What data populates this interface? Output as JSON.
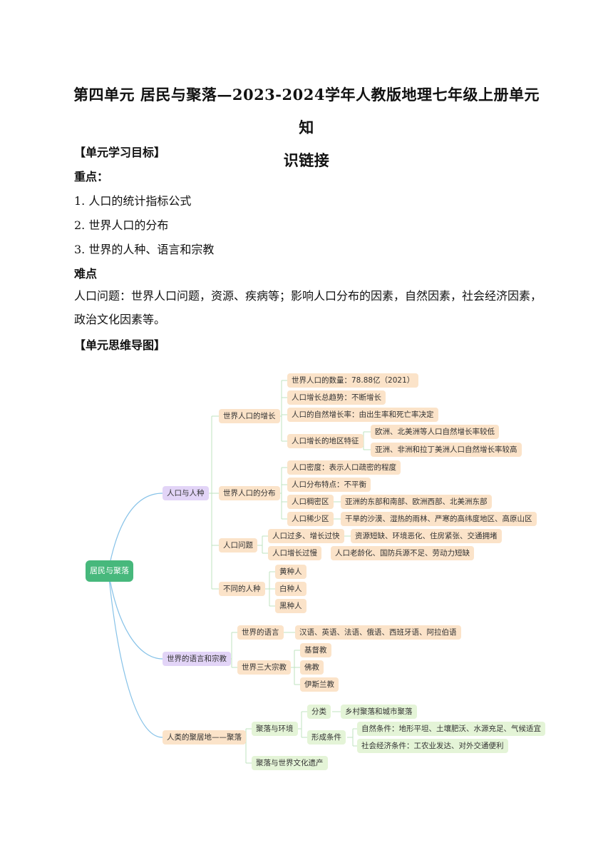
{
  "doc": {
    "title_line1": "第四单元 居民与聚落—2023-2024学年人教版地理七年级上册单元知",
    "title_line2": "识链接",
    "goals_header": "【单元学习目标】",
    "key_label": "重点：",
    "key_points": [
      "1. 人口的统计指标公式",
      "2. 世界人口的分布",
      "3. 世界的人种、语言和宗教"
    ],
    "difficult_label": "难点",
    "difficult_text": "人口问题：世界人口问题，资源、疾病等；影响人口分布的因素，自然因素，社会经济因素，政治文化因素等。",
    "mindmap_header": "【单元思维导图】"
  },
  "mindmap": {
    "root": "居民与聚落",
    "branch1": {
      "label": "人口与人种",
      "growth": {
        "label": "世界人口的增长",
        "count": "世界人口的数量：78.88亿（2021）",
        "trend": "人口增长总趋势：不断增长",
        "rate": "人口的自然增长率：由出生率和死亡率决定",
        "regional": "人口增长的地区特征",
        "regional_low": "欧洲、北美洲等人口自然增长率较低",
        "regional_high": "亚洲、非洲和拉丁美洲人口自然增长率较高"
      },
      "distribution": {
        "label": "世界人口的分布",
        "density": "人口密度：表示人口疏密的程度",
        "feature": "人口分布特点：不平衡",
        "dense": "人口稠密区",
        "dense_detail": "亚洲的东部和南部、欧洲西部、北美洲东部",
        "sparse": "人口稀少区",
        "sparse_detail": "干旱的沙漠、湿热的雨林、严寒的高纬度地区、高原山区"
      },
      "problems": {
        "label": "人口问题",
        "fast": "人口过多、增长过快",
        "fast_detail": "资源短缺、环境恶化、住房紧张、交通拥堵",
        "slow": "人口增长过慢",
        "slow_detail": "人口老龄化、国防兵源不足、劳动力短缺"
      },
      "races": {
        "label": "不同的人种",
        "items": [
          "黄种人",
          "白种人",
          "黑种人"
        ]
      }
    },
    "branch2": {
      "label": "世界的语言和宗教",
      "languages": "世界的语言",
      "languages_detail": "汉语、英语、法语、俄语、西班牙语、阿拉伯语",
      "religions": "世界三大宗教",
      "religion_items": [
        "基督教",
        "佛教",
        "伊斯兰教"
      ]
    },
    "branch3": {
      "label": "人类的聚居地——聚落",
      "settlement_env": "聚落与环境",
      "classify": "分类",
      "classify_detail": "乡村聚落和城市聚落",
      "formation": "形成条件",
      "natural": "自然条件：地形平坦、土壤肥沃、水源充足、气候适宜",
      "social": "社会经济条件：工农业发达、对外交通便利",
      "heritage": "聚落与世界文化遗产"
    }
  }
}
